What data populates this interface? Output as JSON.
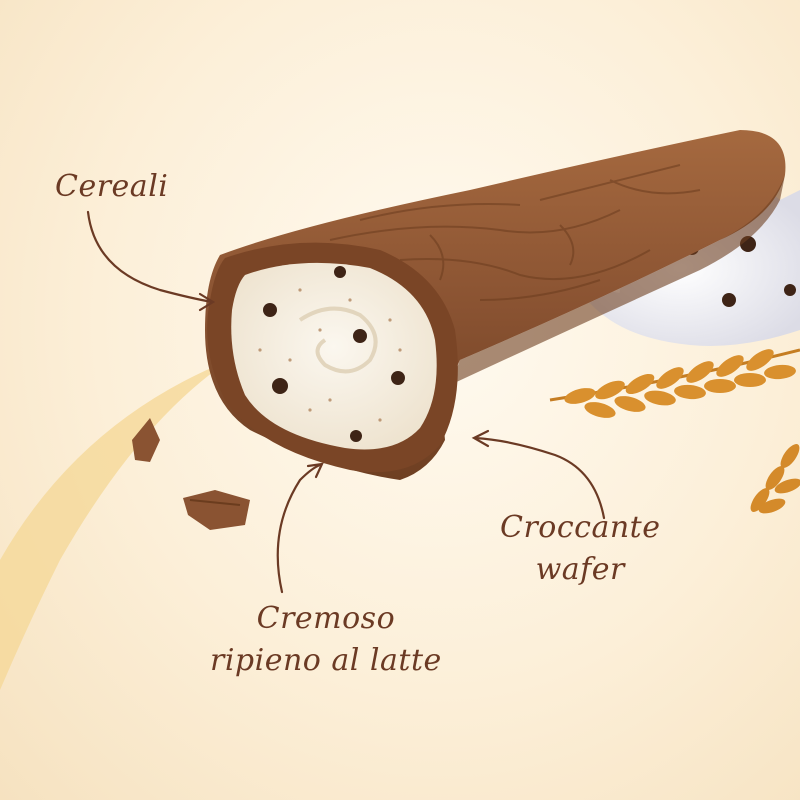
{
  "labels": {
    "cereali": "Cereali",
    "cremoso_line1": "Cremoso",
    "cremoso_line2": "ripieno al latte",
    "croccante_line1": "Croccante",
    "croccante_line2": "wafer"
  },
  "colors": {
    "background": "#fcefd8",
    "label_text": "#6b3a24",
    "wafer": "#8a5332",
    "cream": "#f7f1e6",
    "milk": "#f2f2f6",
    "wheat": "#d9902e"
  }
}
